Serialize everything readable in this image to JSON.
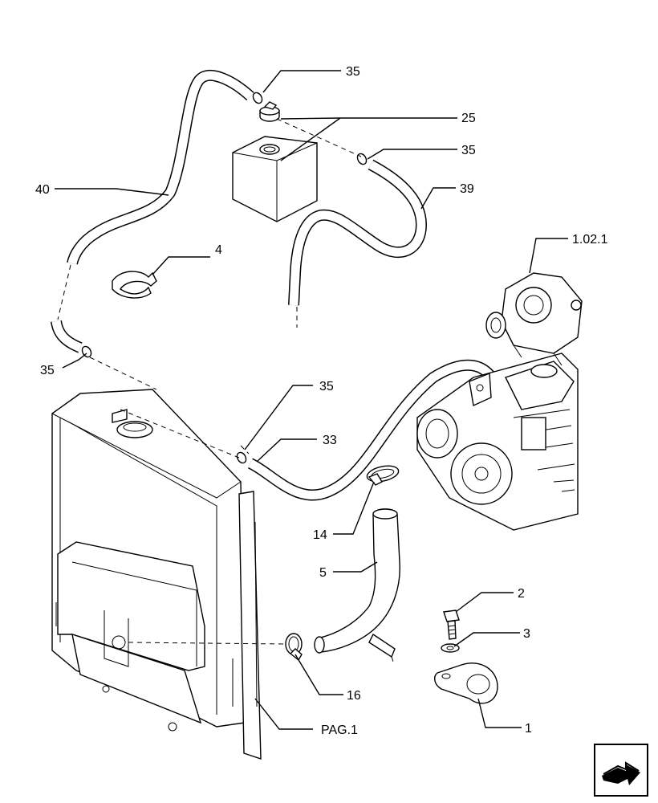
{
  "callouts": {
    "c35a": "35",
    "c25": "25",
    "c35b": "35",
    "c40": "40",
    "c39": "39",
    "c4": "4",
    "c1021": "1.02.1",
    "c35c": "35",
    "c35d": "35",
    "c33": "33",
    "c14": "14",
    "c5": "5",
    "c2": "2",
    "c3": "3",
    "c16": "16",
    "cpag1": "PAG.1",
    "c1": "1"
  },
  "icons": {
    "nav": "next-page-arrow-icon"
  }
}
